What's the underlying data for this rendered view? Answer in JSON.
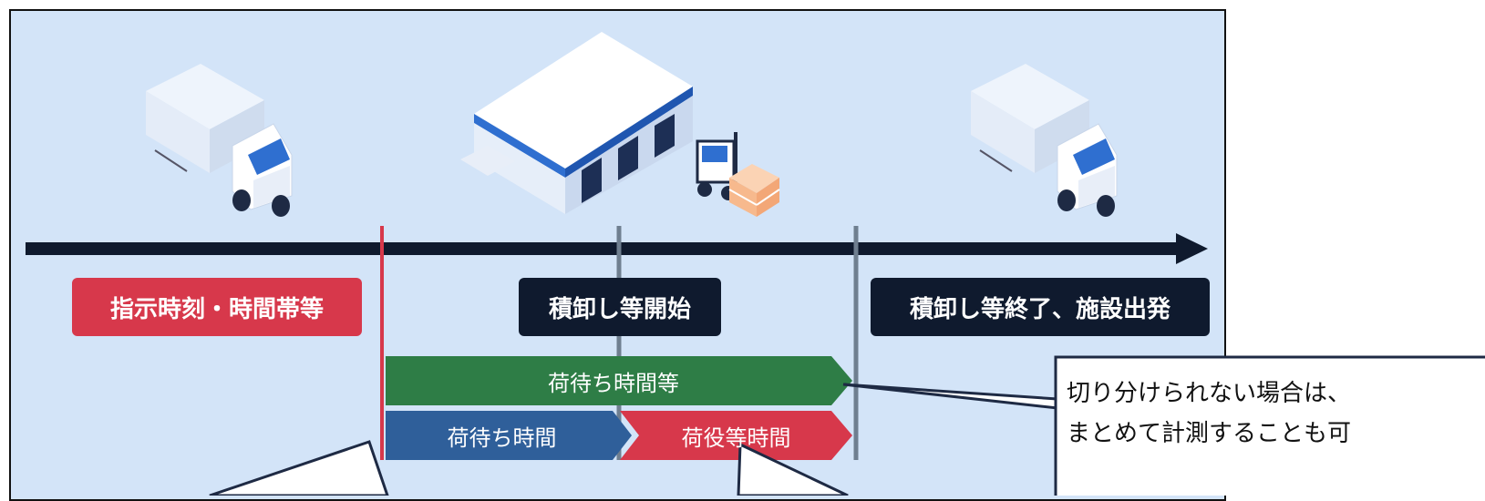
{
  "labels": {
    "instruction_time": "指示時刻・時間帯等",
    "loading_start": "積卸し等開始",
    "loading_end": "積卸し等終了、施設出発"
  },
  "bars": {
    "combined": "荷待ち時間等",
    "waiting": "荷待ち時間",
    "handling": "荷役等時間"
  },
  "callout": {
    "line1": "切り分けられない場合は、",
    "line2": "まとめて計測することも可"
  },
  "colors": {
    "background": "#d3e4f8",
    "red": "#d7384b",
    "navy": "#0f1a2e",
    "green": "#2e7d46",
    "blue": "#2f5f9a",
    "gray_line": "#6f7f90"
  },
  "icons": [
    "truck-icon",
    "warehouse-icon",
    "forklift-icon",
    "truck-icon"
  ]
}
